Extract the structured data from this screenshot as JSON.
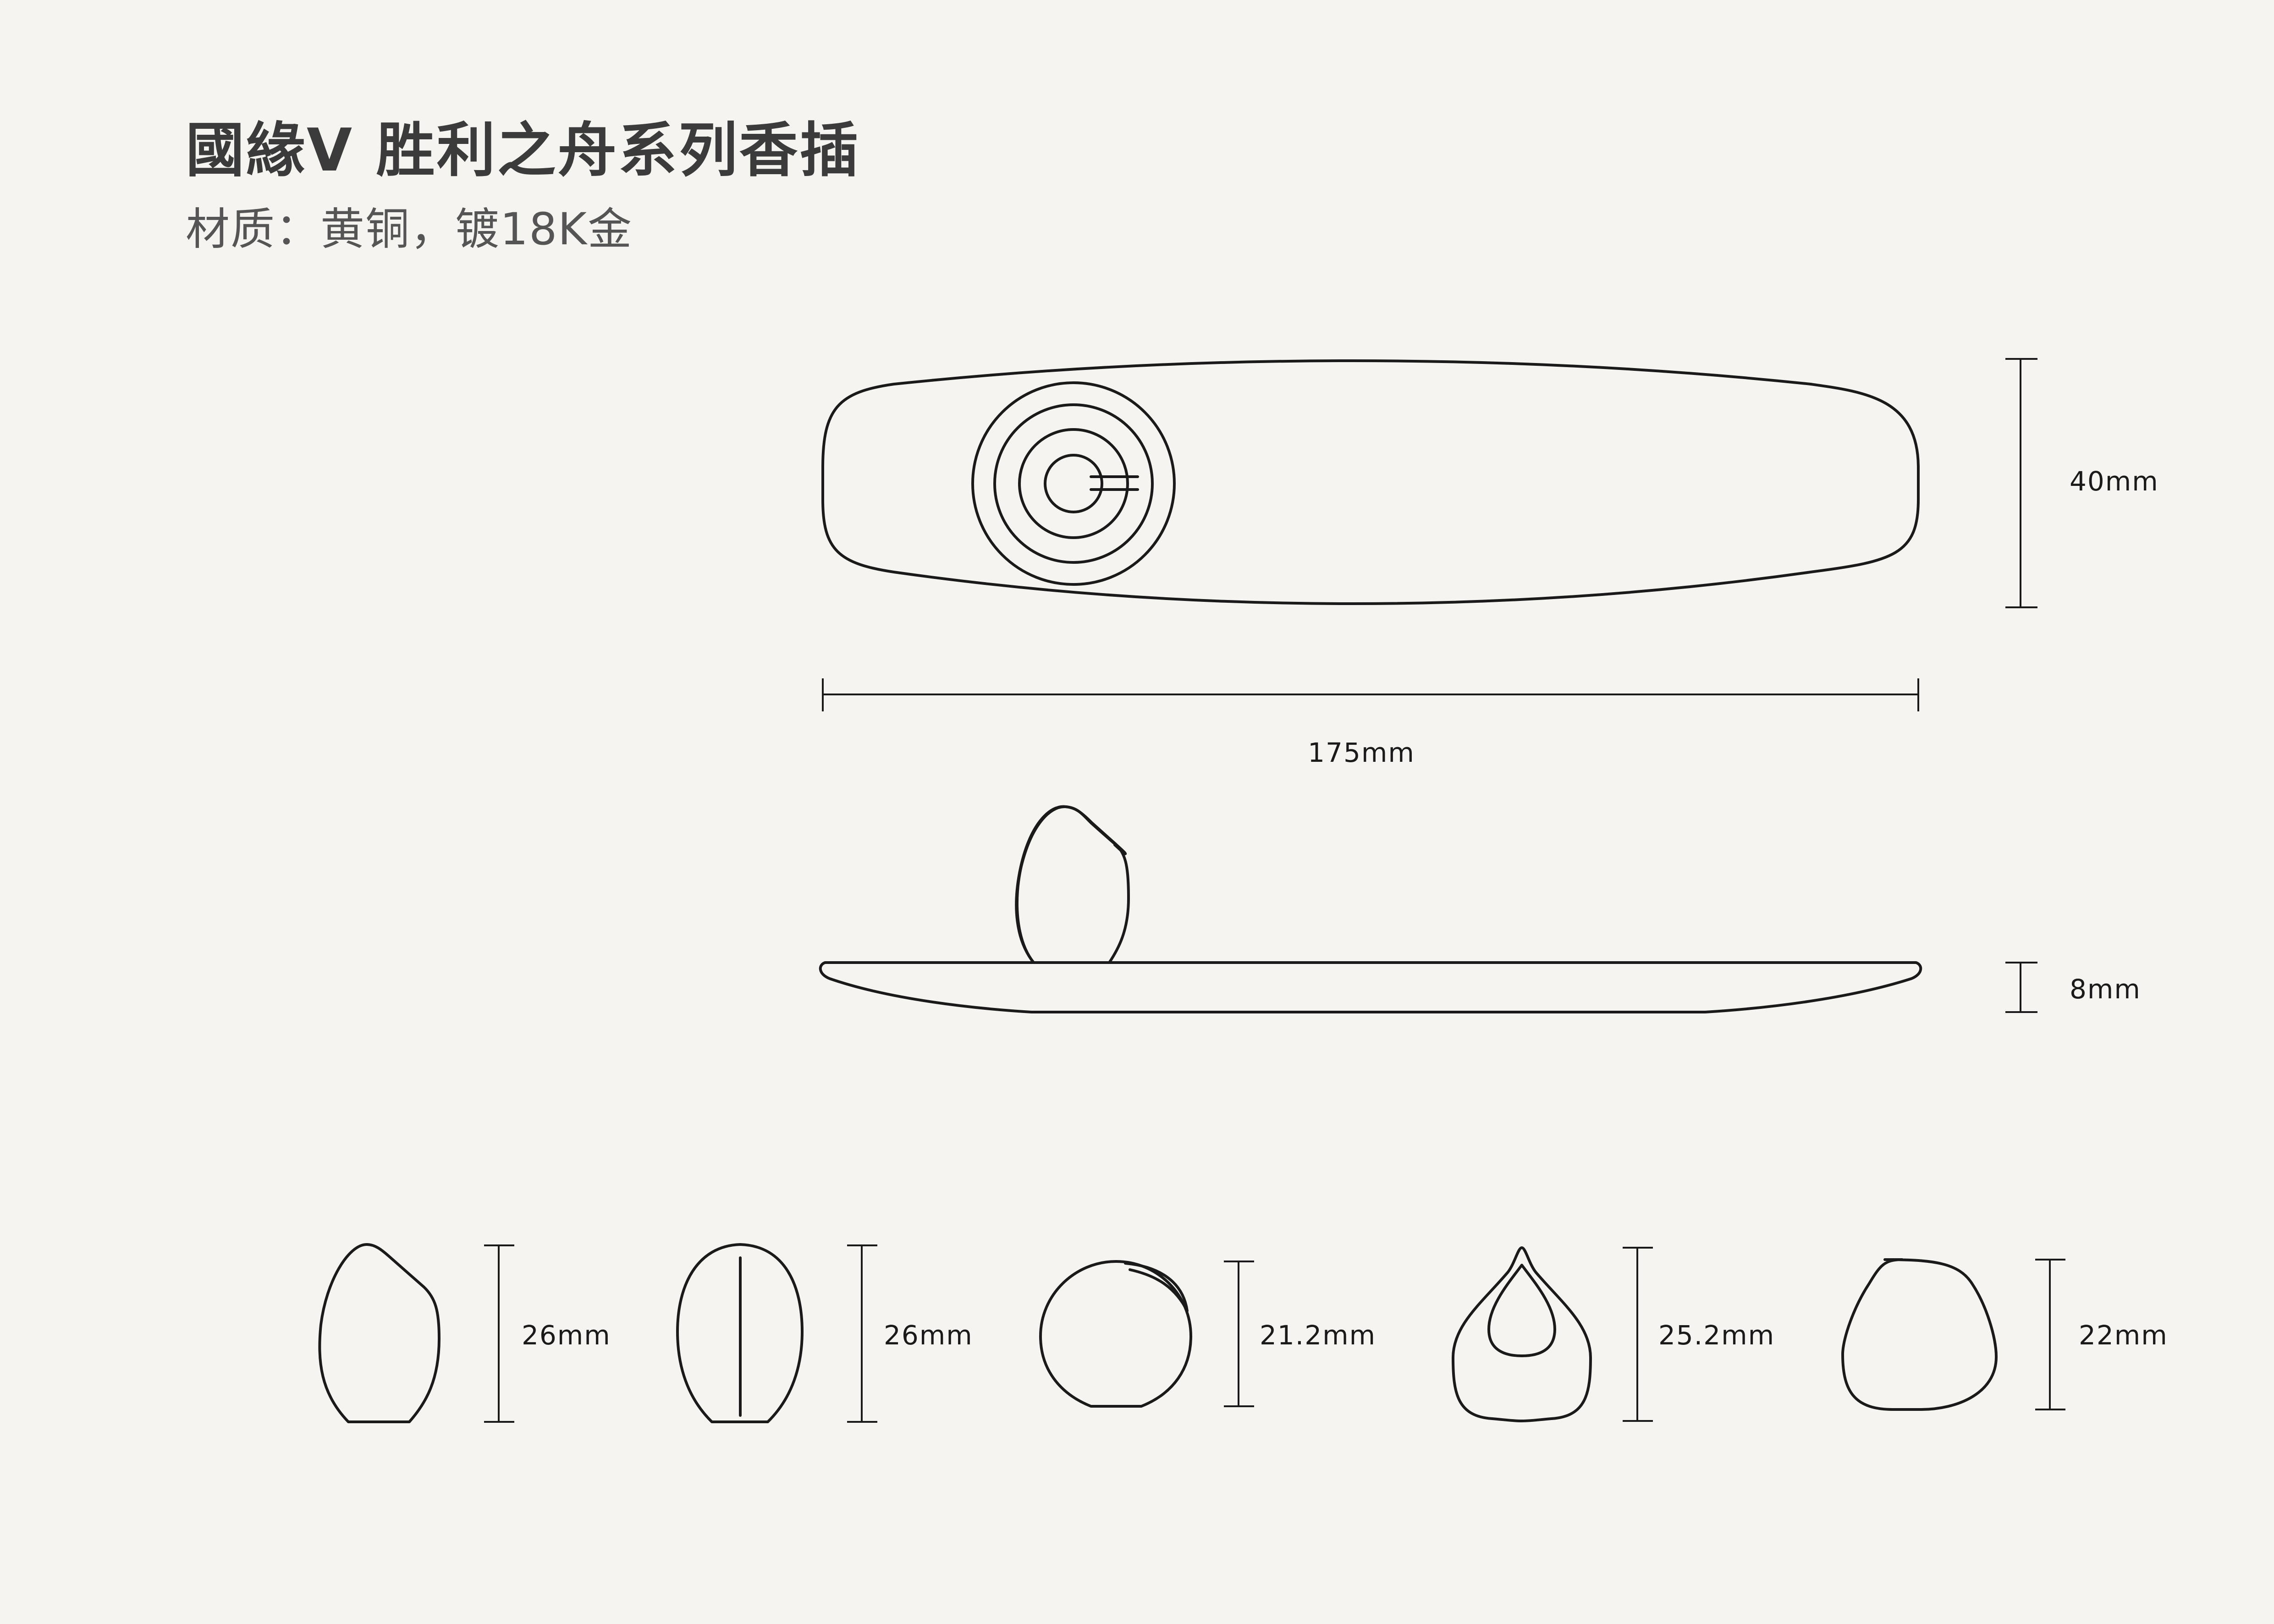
{
  "header": {
    "title": "國緣V 胜利之舟系列香插",
    "material": "材质：黄铜，镀18K金"
  },
  "dimensions": {
    "top_height": "40mm",
    "length": "175mm",
    "side_height": "8mm"
  },
  "pieces": [
    {
      "label": "26mm"
    },
    {
      "label": "26mm"
    },
    {
      "label": "21.2mm"
    },
    {
      "label": "25.2mm"
    },
    {
      "label": "22mm"
    }
  ]
}
